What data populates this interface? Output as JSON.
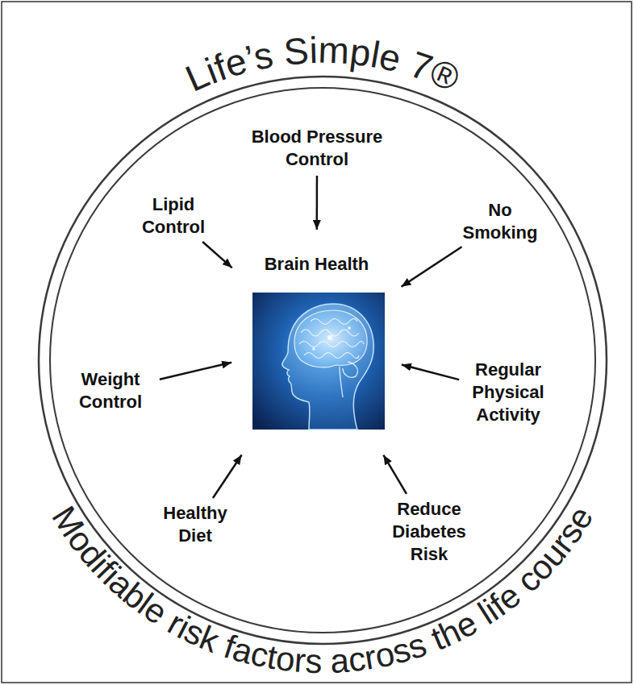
{
  "diagram": {
    "title": "Life’s Simple 7®",
    "nodes": [
      {
        "text": [
          "Blood Pressure Control"
        ]
      },
      {
        "text": [
          "Lipid Control"
        ]
      },
      {
        "text": [
          "No Smoking"
        ]
      },
      {
        "text": [
          "Brain Health"
        ]
      },
      {
        "text": [
          "Weight Control"
        ]
      },
      {
        "text": [
          "Regular Physical Activity"
        ]
      },
      {
        "text": [
          "Healthy Diet"
        ]
      },
      {
        "text": [
          "Reduce Diabetes Risk"
        ]
      }
    ],
    "edges": [
      {
        "from": 0,
        "to": 3,
        "arrow": "to"
      },
      {
        "from": 1,
        "to": 3,
        "arrow": "to"
      },
      {
        "from": 2,
        "to": 3,
        "arrow": "to"
      },
      {
        "from": 4,
        "to": 3,
        "arrow": "to"
      },
      {
        "from": 5,
        "to": 3,
        "arrow": "to"
      },
      {
        "from": 6,
        "to": 3,
        "arrow": "to"
      },
      {
        "from": 7,
        "to": 3,
        "arrow": "to"
      }
    ],
    "labels": [
      "Modifiable risk factors across the life course"
    ]
  }
}
